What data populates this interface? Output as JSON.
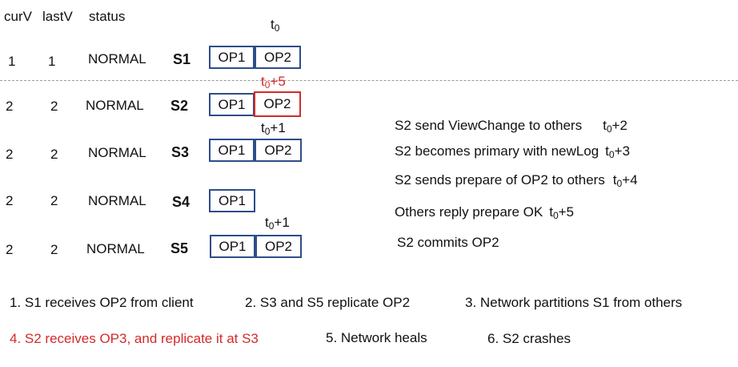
{
  "header": {
    "curv": "curV",
    "lastv": "lastV",
    "status": "status"
  },
  "t0": {
    "base": "t",
    "sub": "0"
  },
  "servers": [
    {
      "curv": "1",
      "lastv": "1",
      "status": "NORMAL",
      "name": "S1",
      "ops": [
        "OP1",
        "OP2"
      ],
      "highlight": [
        false,
        false
      ],
      "time_label": "",
      "time_suffix": ""
    },
    {
      "curv": "2",
      "lastv": "2",
      "status": "NORMAL",
      "name": "S2",
      "ops": [
        "OP1",
        "OP2"
      ],
      "highlight": [
        false,
        true
      ],
      "time_label": "t",
      "time_suffix": "+5",
      "time_color": "#d42a2a"
    },
    {
      "curv": "2",
      "lastv": "2",
      "status": "NORMAL",
      "name": "S3",
      "ops": [
        "OP1",
        "OP2"
      ],
      "highlight": [
        false,
        false
      ],
      "time_label": "t",
      "time_suffix": "+1"
    },
    {
      "curv": "2",
      "lastv": "2",
      "status": "NORMAL",
      "name": "S4",
      "ops": [
        "OP1"
      ],
      "highlight": [
        false
      ],
      "time_label": "",
      "time_suffix": ""
    },
    {
      "curv": "2",
      "lastv": "2",
      "status": "NORMAL",
      "name": "S5",
      "ops": [
        "OP1",
        "OP2"
      ],
      "highlight": [
        false,
        false
      ],
      "time_label": "t",
      "time_suffix": "+1"
    }
  ],
  "events": [
    {
      "text": "S2 send ViewChange to others",
      "time": "+2"
    },
    {
      "text": "S2 becomes primary with newLog",
      "time": "+3"
    },
    {
      "text": "S2 sends prepare of OP2 to others",
      "time": "+4"
    },
    {
      "text": "Others reply prepare OK",
      "time": "+5"
    },
    {
      "text": "S2 commits OP2",
      "time": ""
    }
  ],
  "steps_line1": [
    "1. S1 receives OP2 from client",
    "2. S3 and S5 replicate OP2",
    "3. Network partitions S1 from others"
  ],
  "steps_line2": [
    {
      "text": "4. S2 receives OP3, and replicate it at S3",
      "color": "#d42a2a"
    },
    {
      "text": "5. Network heals",
      "color": "#111111"
    },
    {
      "text": "6. S2 crashes",
      "color": "#111111"
    }
  ]
}
